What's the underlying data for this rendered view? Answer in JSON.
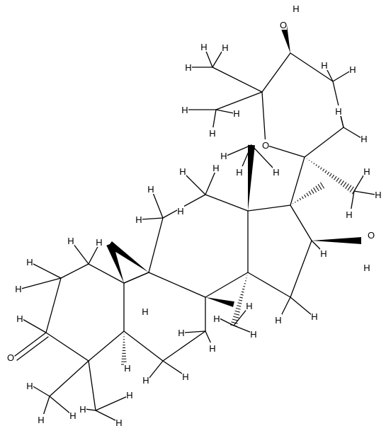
{
  "structure": {
    "labels": {
      "hydroxyl_top": "O",
      "hydroxyl_top_h": "H",
      "ring_oxygen": "O",
      "hydroxyl_right": "O",
      "hydroxyl_right_h": "H",
      "carbonyl_oxygen": "O",
      "hydrogen": "H"
    },
    "colors": {
      "bond": "#000000",
      "background": "#ffffff"
    }
  }
}
